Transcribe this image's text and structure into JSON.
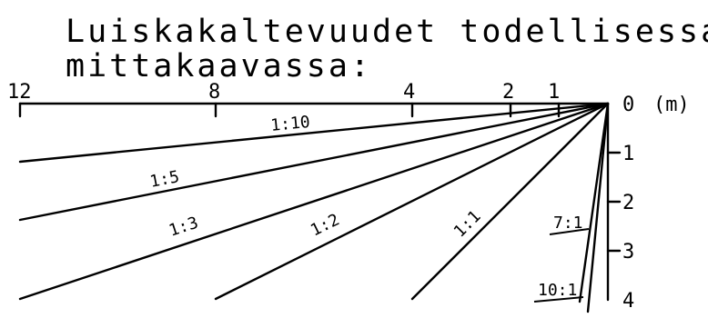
{
  "title": {
    "line1": "Luiskakaltevuudet todellisessa",
    "line2": "mittakaavassa:"
  },
  "horizontal_axis": {
    "ticks": [
      "12",
      "8",
      "4",
      "2",
      "1"
    ],
    "zero": "0",
    "unit": "(m)"
  },
  "vertical_axis": {
    "ticks": [
      "1",
      "2",
      "3",
      "4"
    ]
  },
  "slopes": [
    {
      "ratio": "1:10"
    },
    {
      "ratio": "1:5"
    },
    {
      "ratio": "1:3"
    },
    {
      "ratio": "1:2"
    },
    {
      "ratio": "1:1"
    },
    {
      "ratio": "7:1"
    },
    {
      "ratio": "10:1"
    }
  ]
}
